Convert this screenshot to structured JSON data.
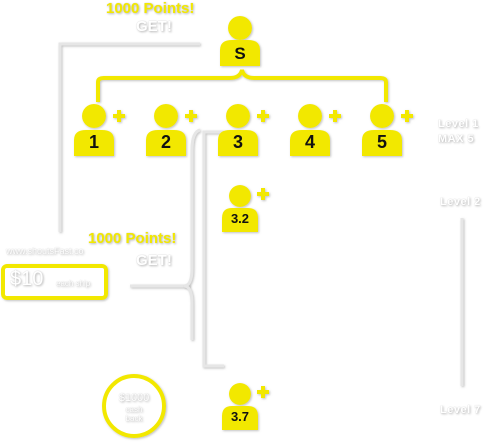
{
  "top_reward": {
    "points": "1000 Points!",
    "get": "GET!"
  },
  "top_user": {
    "label": "S"
  },
  "level1_users": [
    "1",
    "2",
    "3",
    "4",
    "5"
  ],
  "level_labels": {
    "level1": "Level 1",
    "level1_max": "MAX 5",
    "level2": "Level 2",
    "level7": "Level 7"
  },
  "mid_reward": {
    "points": "1000 Points!",
    "get": "GET!"
  },
  "website_label": "www.shoutsFast.co",
  "price_box": {
    "amount": "$10",
    "suffix": "each ship"
  },
  "chain_users": [
    "3.2",
    "3.7"
  ],
  "circle_reward": {
    "amount": "$1000",
    "line2": "cash",
    "line3": "back"
  },
  "colors": {
    "accent": "#f2e800",
    "stroke": "#e0e0e0",
    "ink": "#111111"
  }
}
